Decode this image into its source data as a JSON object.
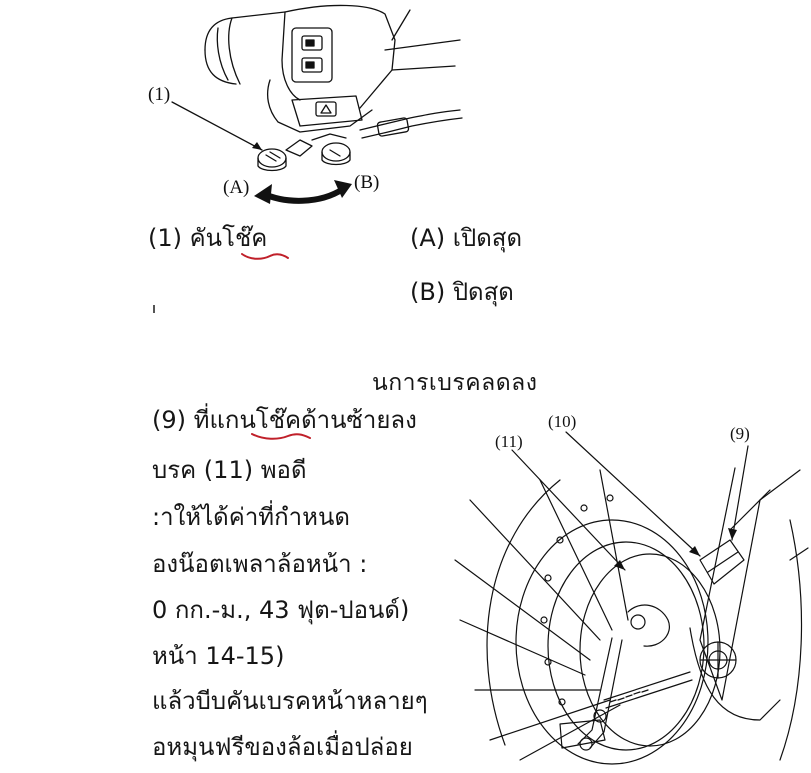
{
  "figure_top": {
    "callout_1": "(1)",
    "label_a": "(A)",
    "label_b": "(B)",
    "caption_1": "(1) คันโช๊ค",
    "caption_a": "(A) เปิดสุด",
    "caption_b": "(B) ปิดสุด"
  },
  "section_cut_heading": "นการเบรคลดลง",
  "instructions": [
    "(9) ที่แกนโช๊คด้านซ้ายลง",
    "บรค (11) พอดี",
    ":าให้ได้ค่าที่กำหนด",
    "องน๊อตเพลาล้อหน้า :",
    "0 กก.-ม., 43 ฟุต-ปอนด์)",
    "หน้า 14-15)",
    "แล้วบีบคันเบรคหน้าหลายๆ",
    "อหมุนฟรีของล้อเมื่อปล่อย"
  ],
  "figure_bottom": {
    "callout_9": "(9)",
    "callout_10": "(10)",
    "callout_11": "(11)"
  },
  "colors": {
    "annotation_underline": "#c0202a",
    "ink": "#111111"
  }
}
